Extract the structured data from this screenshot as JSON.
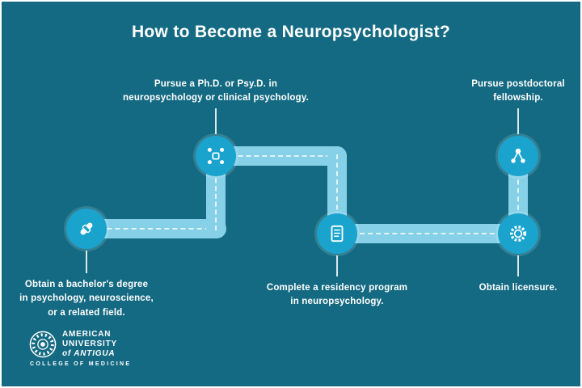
{
  "title": "How to Become a Neuropsychologist?",
  "steps": [
    {
      "label": "Obtain a bachelor's degree\nin psychology, neuroscience,\nor a related field.",
      "icon": "diploma-icon",
      "label_position": "below"
    },
    {
      "label": "Pursue a Ph.D. or Psy.D. in\nneuropsychology or clinical psychology.",
      "icon": "meeting-icon",
      "label_position": "above"
    },
    {
      "label": "Complete a residency program\nin neuropsychology.",
      "icon": "document-icon",
      "label_position": "below"
    },
    {
      "label": "Obtain licensure.",
      "icon": "badge-icon",
      "label_position": "below"
    },
    {
      "label": "Pursue postdoctoral\nfellowship.",
      "icon": "network-icon",
      "label_position": "above"
    }
  ],
  "logo": {
    "name_lines": [
      "AMERICAN",
      "UNIVERSITY",
      "of ANTIGUA"
    ],
    "subtitle": "COLLEGE OF MEDICINE"
  },
  "colors": {
    "background": "#146a82",
    "path": "#87d1e8",
    "node": "#1aa4cd",
    "text": "#ffffff"
  }
}
